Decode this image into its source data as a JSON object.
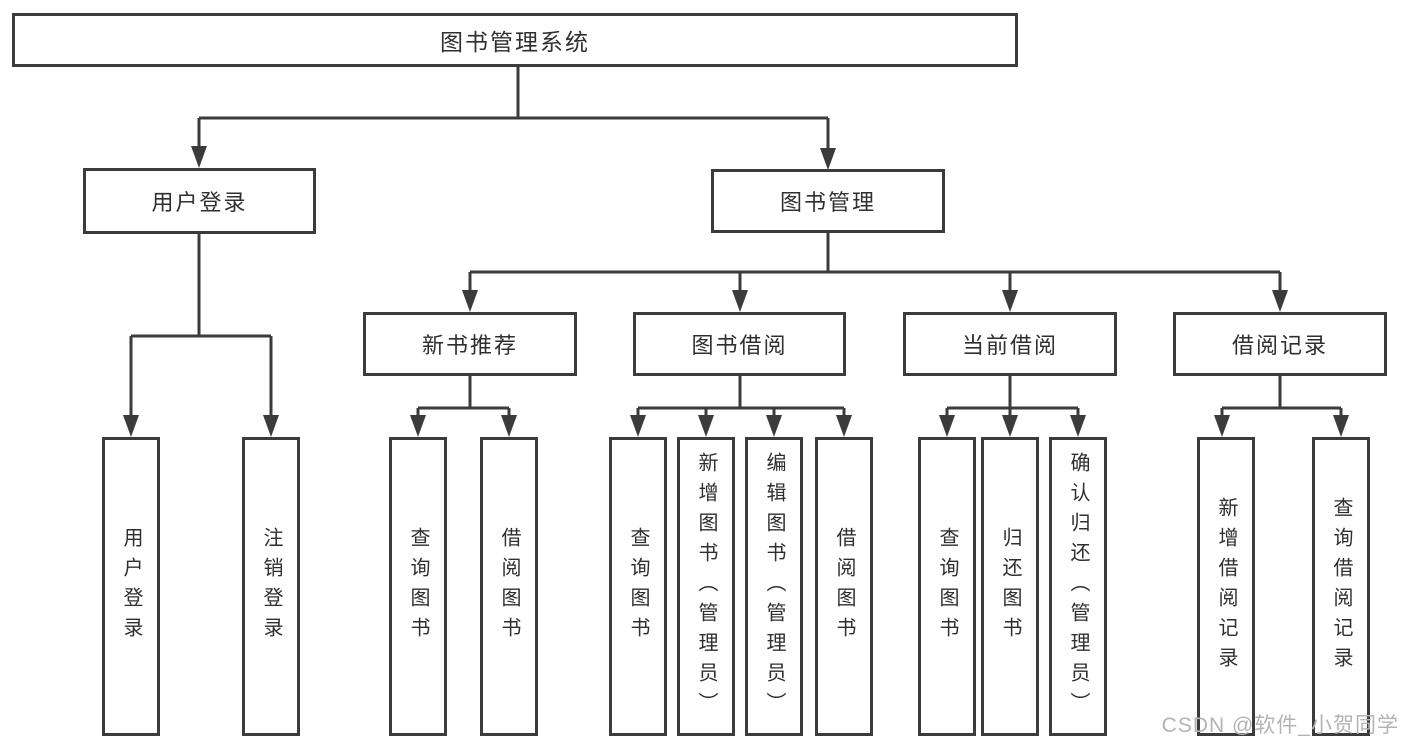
{
  "colors": {
    "background": "#ffffff",
    "box_fill": "#ffffff",
    "box_border": "#3b3b3b",
    "line": "#3b3b3b",
    "text": "#2f2f2f",
    "watermark": "#b4b4b4"
  },
  "diagram": {
    "root": {
      "label": "图书管理系统"
    },
    "level2": [
      {
        "label": "用户登录"
      },
      {
        "label": "图书管理"
      }
    ],
    "level3": [
      {
        "label": "新书推荐",
        "parent": "图书管理"
      },
      {
        "label": "图书借阅",
        "parent": "图书管理"
      },
      {
        "label": "当前借阅",
        "parent": "图书管理"
      },
      {
        "label": "借阅记录",
        "parent": "图书管理"
      }
    ],
    "leaves": [
      {
        "label": "用户登录",
        "parent": "用户登录"
      },
      {
        "label": "注销登录",
        "parent": "用户登录"
      },
      {
        "label": "查询图书",
        "parent": "新书推荐"
      },
      {
        "label": "借阅图书",
        "parent": "新书推荐"
      },
      {
        "label": "查询图书",
        "parent": "图书借阅"
      },
      {
        "label": "新增图书（管理员）",
        "parent": "图书借阅"
      },
      {
        "label": "编辑图书（管理员）",
        "parent": "图书借阅"
      },
      {
        "label": "借阅图书",
        "parent": "图书借阅"
      },
      {
        "label": "查询图书",
        "parent": "当前借阅"
      },
      {
        "label": "归还图书",
        "parent": "当前借阅"
      },
      {
        "label": "确认归还（管理员）",
        "parent": "当前借阅"
      },
      {
        "label": "新增借阅记录",
        "parent": "借阅记录"
      },
      {
        "label": "查询借阅记录",
        "parent": "借阅记录"
      }
    ]
  },
  "watermark": {
    "text": "CSDN @软件_小贺同学"
  }
}
